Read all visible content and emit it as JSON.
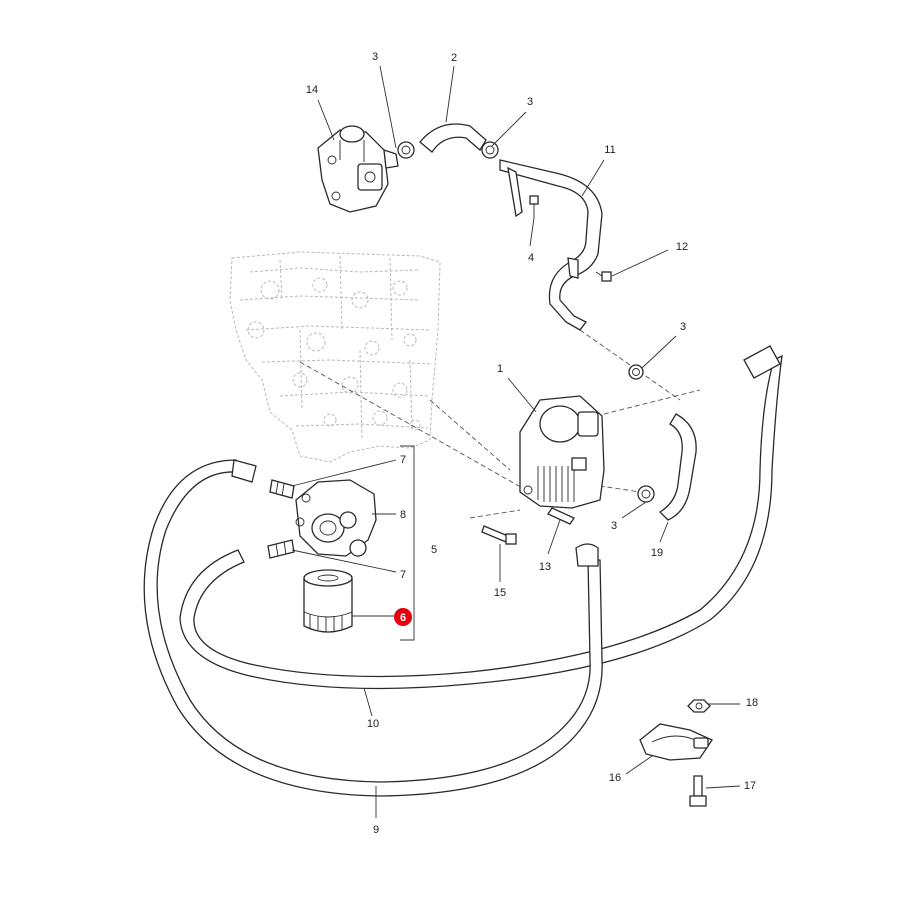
{
  "diagram": {
    "highlight_color": "#e3000f",
    "highlighted_callout": "6",
    "callouts": [
      {
        "id": "c1",
        "label": "1"
      },
      {
        "id": "c2",
        "label": "2"
      },
      {
        "id": "c3a",
        "label": "3"
      },
      {
        "id": "c3b",
        "label": "3"
      },
      {
        "id": "c3c",
        "label": "3"
      },
      {
        "id": "c3d",
        "label": "3"
      },
      {
        "id": "c4",
        "label": "4"
      },
      {
        "id": "c5",
        "label": "5"
      },
      {
        "id": "c6",
        "label": "6"
      },
      {
        "id": "c7a",
        "label": "7"
      },
      {
        "id": "c7b",
        "label": "7"
      },
      {
        "id": "c8",
        "label": "8"
      },
      {
        "id": "c9",
        "label": "9"
      },
      {
        "id": "c10",
        "label": "10"
      },
      {
        "id": "c11",
        "label": "11"
      },
      {
        "id": "c12",
        "label": "12"
      },
      {
        "id": "c13",
        "label": "13"
      },
      {
        "id": "c14",
        "label": "14"
      },
      {
        "id": "c15",
        "label": "15"
      },
      {
        "id": "c16",
        "label": "16"
      },
      {
        "id": "c17",
        "label": "17"
      },
      {
        "id": "c18",
        "label": "18"
      },
      {
        "id": "c19",
        "label": "19"
      }
    ]
  }
}
